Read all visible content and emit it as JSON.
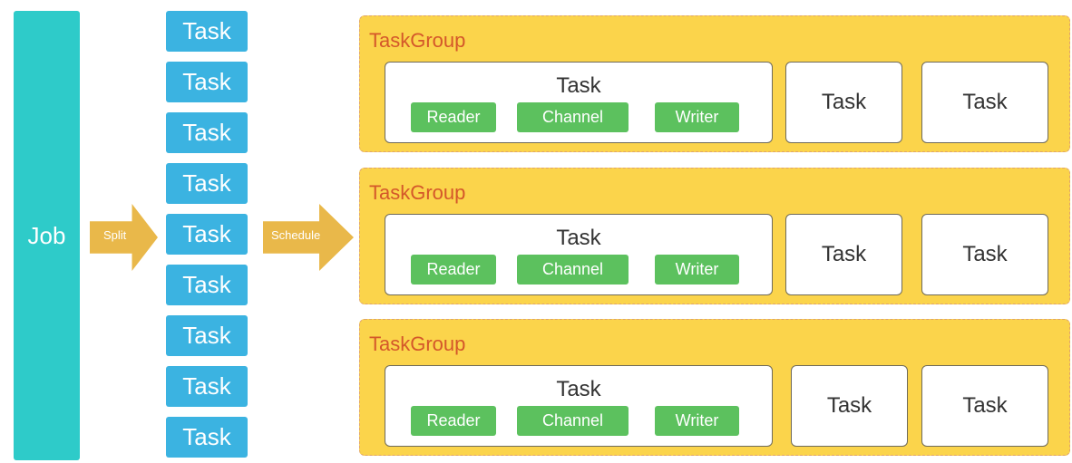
{
  "job": {
    "label": "Job"
  },
  "split": {
    "label": "Split"
  },
  "schedule": {
    "label": "Schedule"
  },
  "tasks": [
    "Task",
    "Task",
    "Task",
    "Task",
    "Task",
    "Task",
    "Task",
    "Task",
    "Task"
  ],
  "task_groups": [
    {
      "label": "TaskGroup",
      "main_task": {
        "label": "Task",
        "reader": "Reader",
        "channel": "Channel",
        "writer": "Writer"
      },
      "extra_tasks": [
        "Task",
        "Task"
      ]
    },
    {
      "label": "TaskGroup",
      "main_task": {
        "label": "Task",
        "reader": "Reader",
        "channel": "Channel",
        "writer": "Writer"
      },
      "extra_tasks": [
        "Task",
        "Task"
      ]
    },
    {
      "label": "TaskGroup",
      "main_task": {
        "label": "Task",
        "reader": "Reader",
        "channel": "Channel",
        "writer": "Writer"
      },
      "extra_tasks": [
        "Task",
        "Task"
      ]
    }
  ],
  "colors": {
    "job": "#2ecbc9",
    "task": "#3bb3e1",
    "arrow": "#e9b84a",
    "taskgroup_fill": "#fbd44b",
    "taskgroup_label": "#d4572a",
    "chip": "#5cc15e"
  }
}
